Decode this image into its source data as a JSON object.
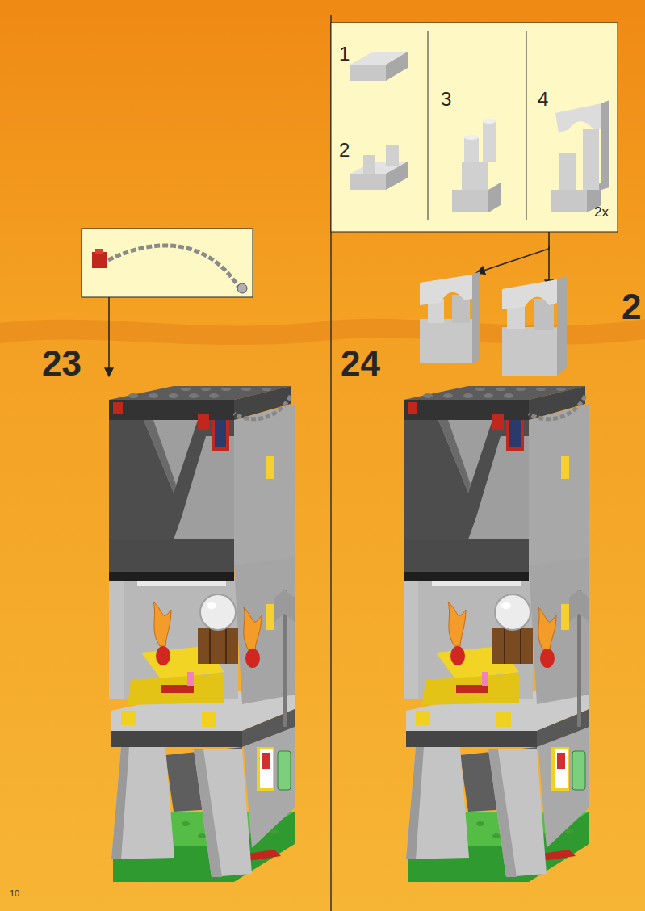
{
  "diagram": {
    "nodes": [
      {
        "text": [
          "1",
          "2",
          "3",
          "4",
          "2x"
        ]
      }
    ],
    "labels": [
      "23",
      "24",
      "10",
      "2"
    ]
  }
}
